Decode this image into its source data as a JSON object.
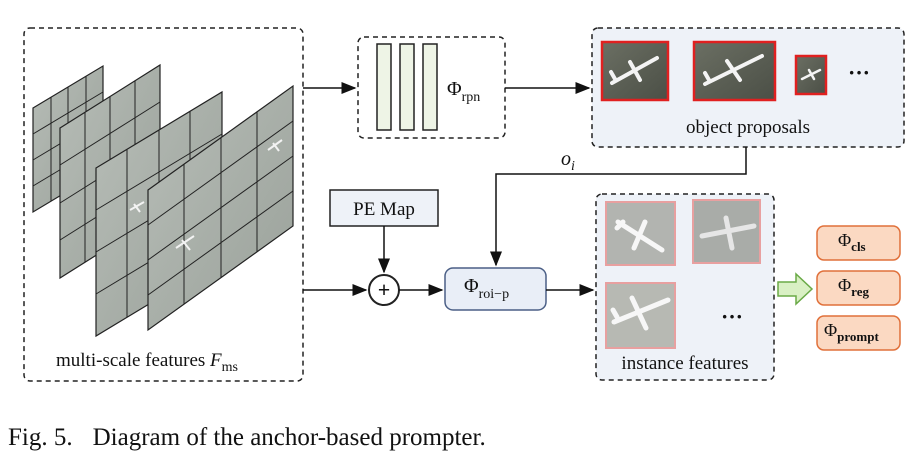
{
  "figure": {
    "caption_label": "Fig. 5.",
    "caption_text": "Diagram of the anchor-based prompter."
  },
  "blocks": {
    "features": {
      "label": "multi-scale features ",
      "symbol": "F",
      "sub": "ms"
    },
    "rpn": {
      "symbol": "Φ",
      "sub": "rpn"
    },
    "proposals": {
      "label": "object proposals",
      "more": "···"
    },
    "pe_map": {
      "label": "PE Map"
    },
    "add_op": {
      "symbol": "+"
    },
    "roi": {
      "symbol": "Φ",
      "sub": "roi−p"
    },
    "instances": {
      "label": "instance features",
      "more": "···"
    },
    "proposal_signal": {
      "symbol": "o",
      "sub": "i"
    },
    "heads": [
      {
        "symbol": "Φ",
        "sub": "cls"
      },
      {
        "symbol": "Φ",
        "sub": "reg"
      },
      {
        "symbol": "Φ",
        "sub": "prompt"
      }
    ]
  },
  "colors": {
    "feature_fill": "#a7aea8",
    "rpn_bar_fill": "#eef4e6",
    "proposals_bg": "#eef2f8",
    "proposal_border": "#e02020",
    "roi_fill": "#e9eef7",
    "roi_stroke": "#4b5f86",
    "pe_fill": "#eef2f8",
    "instance_border": "#e8a0a0",
    "head_fill": "#fbd9c2",
    "head_stroke": "#e0703a",
    "green_arrow_fill": "#d9f0c4",
    "green_arrow_stroke": "#6aaa47"
  }
}
